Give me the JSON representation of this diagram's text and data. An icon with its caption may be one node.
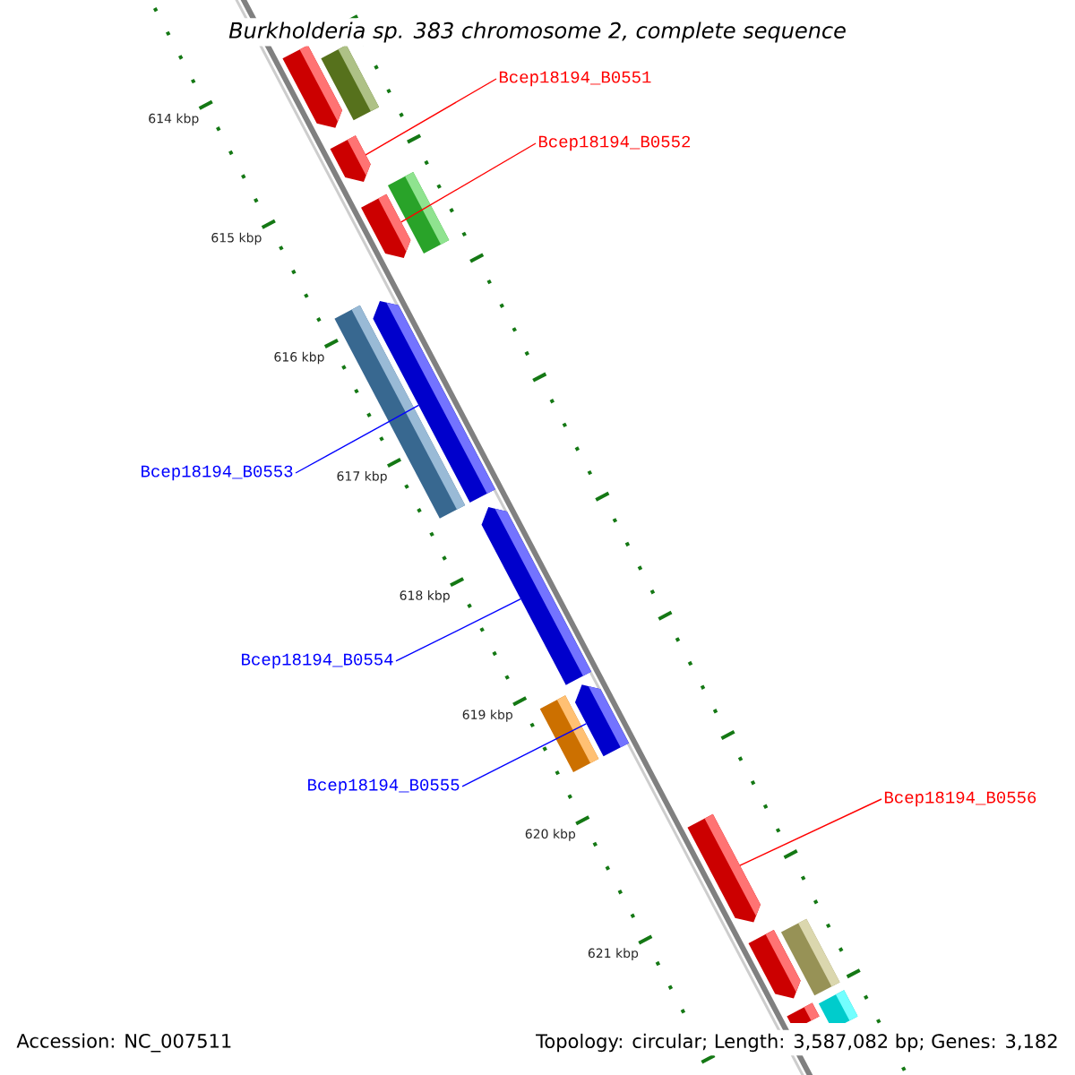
{
  "diagram": {
    "title": "Burkholderia sp. 383 chromosome 2, complete sequence",
    "nodes": [
      {
        "text": [
          "Bcep18194_B0551"
        ]
      },
      {
        "text": [
          "Bcep18194_B0552"
        ]
      },
      {
        "text": [
          "Bcep18194_B0553"
        ]
      },
      {
        "text": [
          "Bcep18194_B0554"
        ]
      },
      {
        "text": [
          "Bcep18194_B0555"
        ]
      },
      {
        "text": [
          "Bcep18194_B0556"
        ]
      },
      {
        "text": [],
        "shape": "bar"
      },
      {
        "text": [],
        "shape": "bar"
      },
      {
        "text": [],
        "shape": "bar"
      },
      {
        "text": [],
        "shape": "bar"
      },
      {
        "text": [],
        "shape": "bar"
      },
      {
        "text": [],
        "shape": "bar"
      },
      {
        "text": [],
        "shape": "bar"
      },
      {
        "text": [],
        "shape": "bar"
      },
      {
        "text": [],
        "shape": "bar"
      },
      {
        "text": [],
        "shape": "bar"
      },
      {
        "text": [],
        "shape": "bar"
      },
      {
        "text": [],
        "shape": "bar"
      },
      {
        "text": [],
        "shape": "bar"
      },
      {
        "text": [],
        "shape": "bar"
      },
      {
        "text": [],
        "shape": "bar"
      }
    ],
    "edges": [
      {
        "from": 0,
        "to": 8,
        "arrow": "none",
        "color": "#ff0000"
      },
      {
        "from": 1,
        "to": 9,
        "arrow": "none",
        "color": "#ff0000"
      },
      {
        "from": 2,
        "to": 12,
        "arrow": "none",
        "color": "#0000ff"
      },
      {
        "from": 3,
        "to": 13,
        "arrow": "none",
        "color": "#0000ff"
      },
      {
        "from": 4,
        "to": 15,
        "arrow": "none",
        "color": "#0000ff"
      },
      {
        "from": 5,
        "to": 16,
        "arrow": "none",
        "color": "#ff0000"
      }
    ],
    "labels": [
      "614 kbp",
      "615 kbp",
      "616 kbp",
      "617 kbp",
      "618 kbp",
      "619 kbp",
      "620 kbp",
      "621 kbp",
      "Accession: NC_007511",
      "Topology: circular; Length: 3,587,082 bp; Genes: 3,182"
    ]
  }
}
